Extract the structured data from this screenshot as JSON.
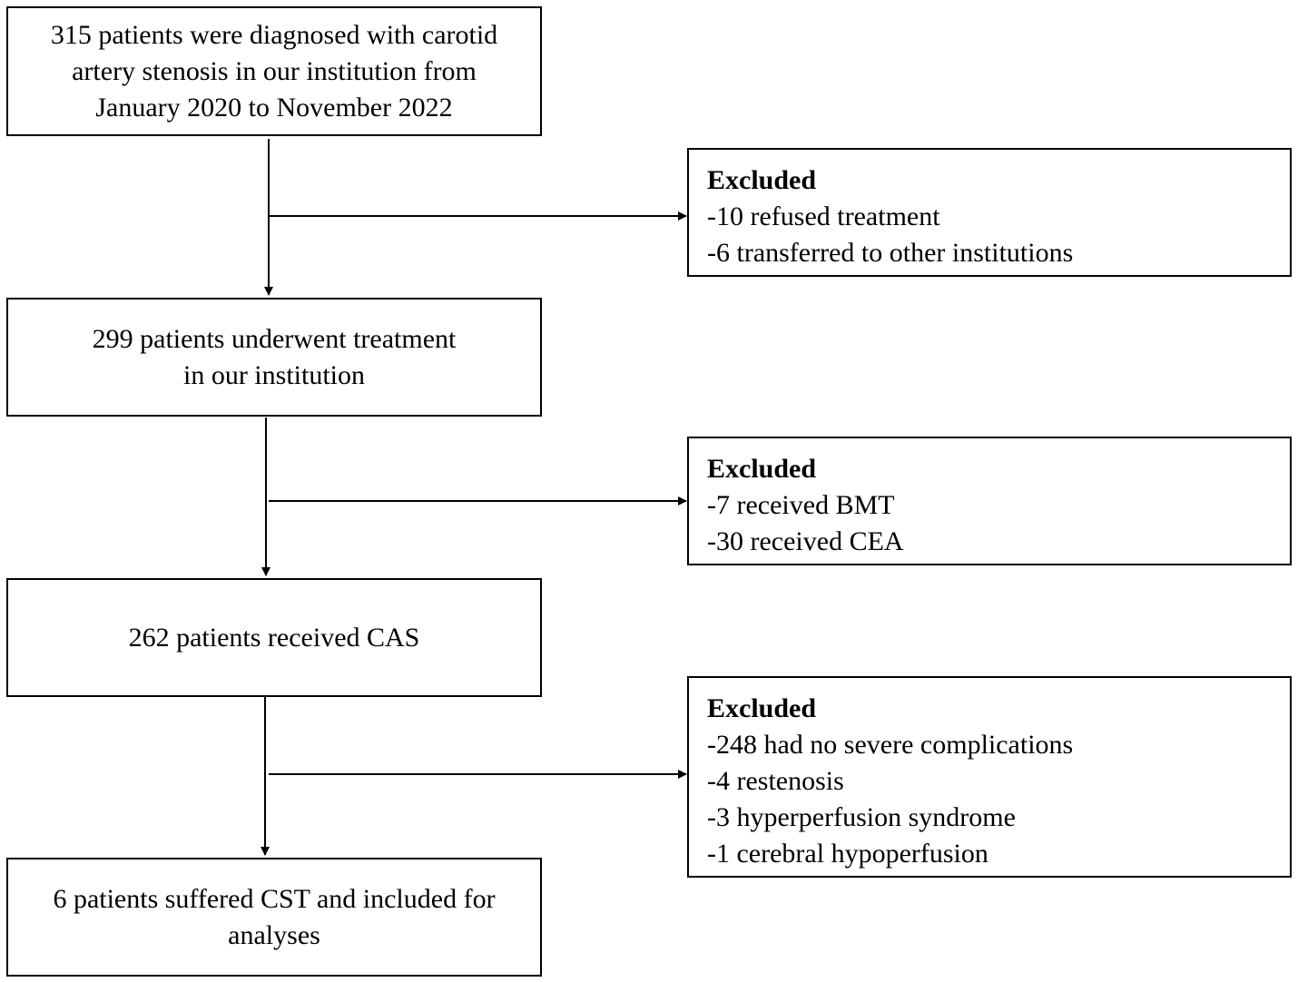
{
  "steps": [
    {
      "lines": [
        "315 patients were diagnosed with carotid",
        "artery stenosis in our institution from",
        "January 2020 to November 2022"
      ]
    },
    {
      "lines": [
        "299 patients underwent treatment",
        "in our institution"
      ]
    },
    {
      "lines": [
        "262 patients received CAS"
      ]
    },
    {
      "lines": [
        "6 patients suffered CST and included for",
        "analyses"
      ]
    }
  ],
  "exclusions": [
    {
      "title": "Excluded",
      "items": [
        "-10 refused treatment",
        "-6 transferred to other institutions"
      ]
    },
    {
      "title": "Excluded",
      "items": [
        "-7 received BMT",
        "-30 received CEA"
      ]
    },
    {
      "title": "Excluded",
      "items": [
        "-248 had no severe complications",
        "-4 restenosis",
        "-3 hyperperfusion syndrome",
        "-1 cerebral hypoperfusion"
      ]
    }
  ],
  "colors": {
    "line": "#000000",
    "border": "#000000",
    "background": "#ffffff"
  }
}
